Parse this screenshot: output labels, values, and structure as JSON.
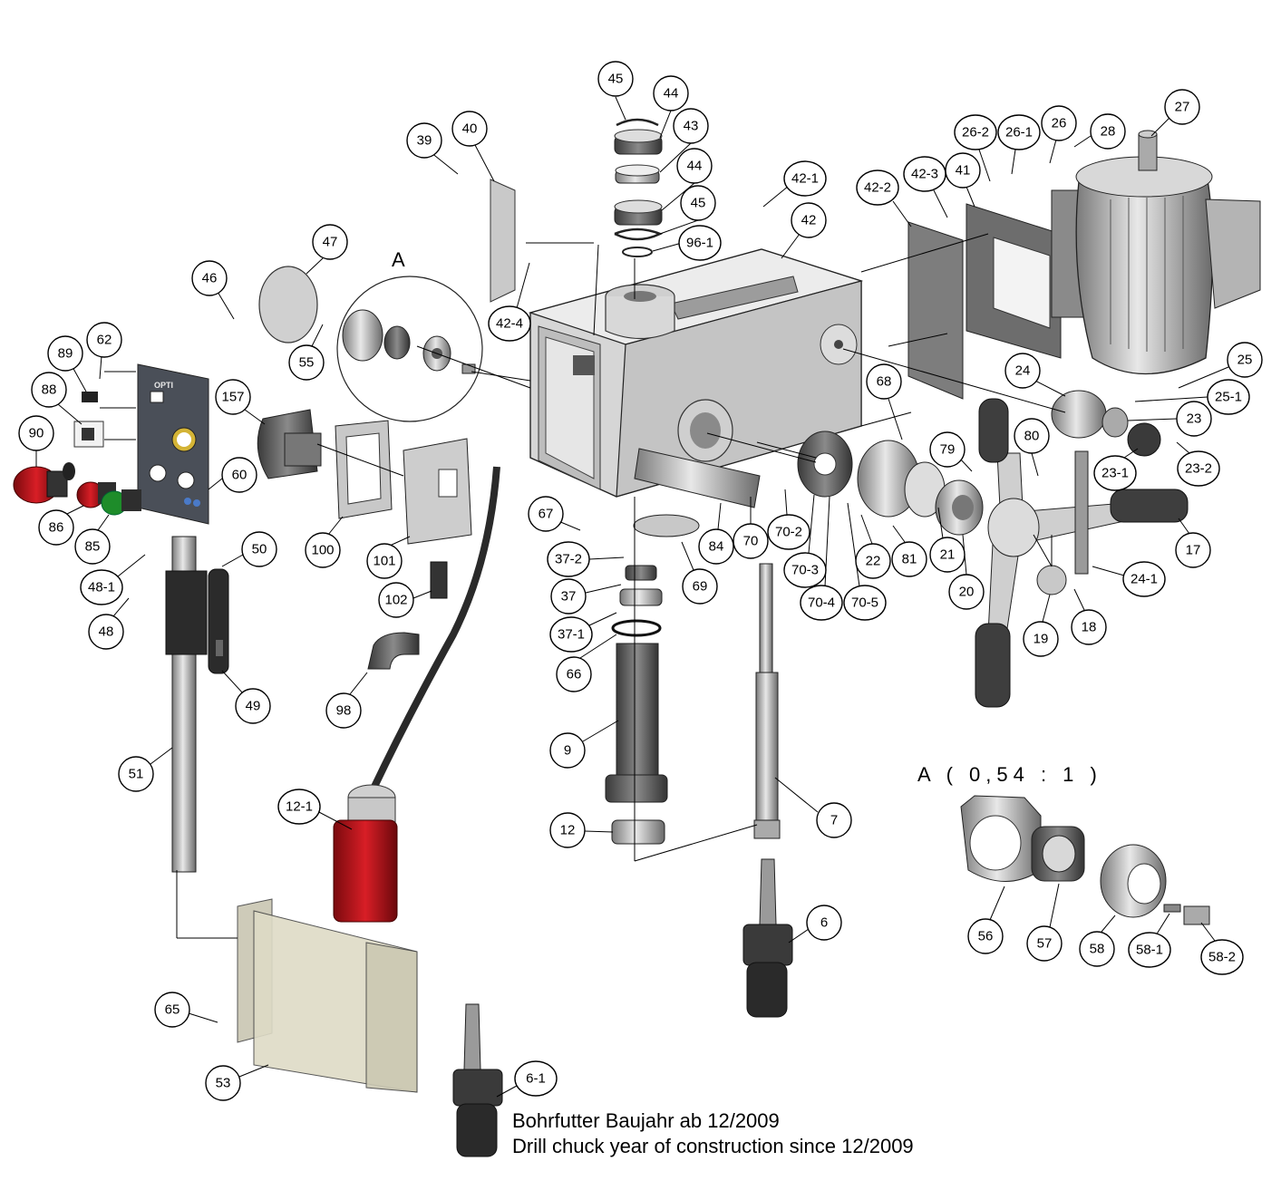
{
  "detail": {
    "marker": "A",
    "title": "A ( 0,54 : 1 )"
  },
  "note": {
    "line1": "Bohrfutter Baujahr ab 12/2009",
    "line2": "Drill chuck year of construction since 12/2009"
  },
  "callouts": [
    "45",
    "44",
    "43",
    "44",
    "45",
    "96-1",
    "39",
    "40",
    "42-1",
    "42",
    "42-2",
    "42-3",
    "41",
    "26-2",
    "26-1",
    "26",
    "28",
    "27",
    "47",
    "46",
    "55",
    "42-4",
    "62",
    "89",
    "88",
    "90",
    "86",
    "85",
    "60",
    "157",
    "100",
    "101",
    "102",
    "68",
    "24",
    "25",
    "25-1",
    "23",
    "23-1",
    "23-2",
    "79",
    "80",
    "67",
    "84",
    "70",
    "70-2",
    "70-3",
    "70-4",
    "70-5",
    "22",
    "81",
    "21",
    "20",
    "17",
    "24-1",
    "19",
    "18",
    "37-2",
    "37",
    "37-1",
    "66",
    "69",
    "9",
    "7",
    "12",
    "6",
    "6-1",
    "48-1",
    "50",
    "48",
    "49",
    "51",
    "98",
    "12-1",
    "65",
    "53",
    "56",
    "57",
    "58",
    "58-1",
    "58-2"
  ],
  "colors": {
    "emergency_stop": "#c8141c",
    "indicator_green": "#1e8c2a",
    "plug_red": "#b4141a",
    "guard_beige": "#dedbc6",
    "metal_light": "#e2e2e2",
    "metal_mid": "#9a9a9a",
    "metal_dark": "#5a5a5a",
    "rubber_black": "#222222",
    "switch_yellow": "#d4b436"
  }
}
